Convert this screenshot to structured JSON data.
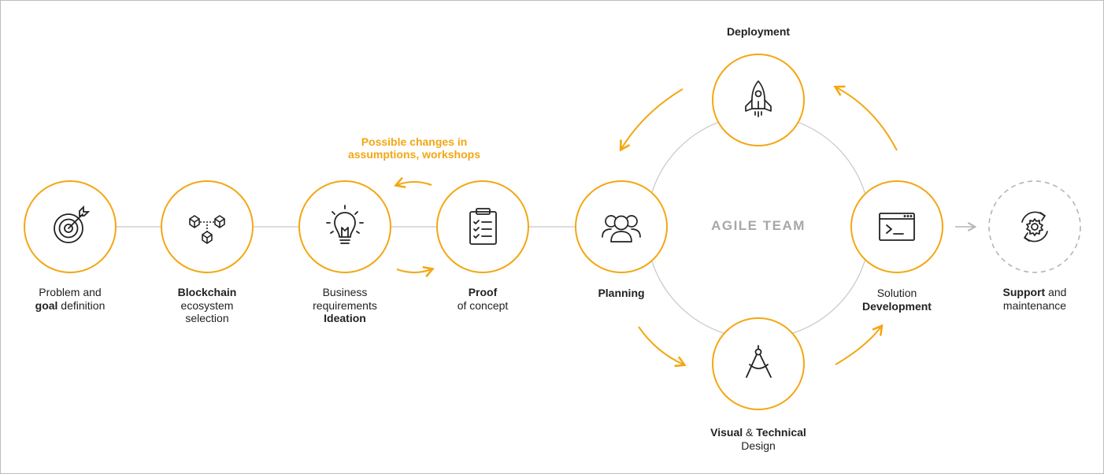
{
  "colors": {
    "accent": "#f3a712",
    "line": "#c8c8c8",
    "icon": "#222222",
    "text": "#222222",
    "muted": "#a7a7a7",
    "dashed": "#b5b5b5"
  },
  "center_label": "AGILE TEAM",
  "note": {
    "line1": "Possible changes in",
    "line2": "assumptions, workshops"
  },
  "steps": [
    {
      "icon": "target-icon",
      "line1": "Problem and",
      "line2_bold": "goal",
      "line2": " definition"
    },
    {
      "icon": "blockchain-cubes-icon",
      "line1_bold": "Blockchain",
      "line2": "ecosystem",
      "line3": "selection"
    },
    {
      "icon": "lightbulb-icon",
      "line1": "Business",
      "line2": "requirements",
      "line3_bold": "Ideation"
    },
    {
      "icon": "clipboard-checklist-icon",
      "line1_bold": "Proof",
      "line2": "of concept"
    }
  ],
  "cycle": {
    "planning": {
      "icon": "team-icon",
      "bold": "Planning"
    },
    "deployment": {
      "icon": "rocket-icon",
      "bold": "Deployment"
    },
    "development": {
      "icon": "terminal-icon",
      "line1": "Solution",
      "line2_bold": "Development"
    },
    "design": {
      "icon": "compass-icon",
      "bold1": "Visual",
      "amp": " & ",
      "bold2": "Technical",
      "line2": "Design"
    }
  },
  "support": {
    "icon": "refresh-gear-icon",
    "bold": "Support",
    "rest": " and",
    "line2": "maintenance"
  }
}
